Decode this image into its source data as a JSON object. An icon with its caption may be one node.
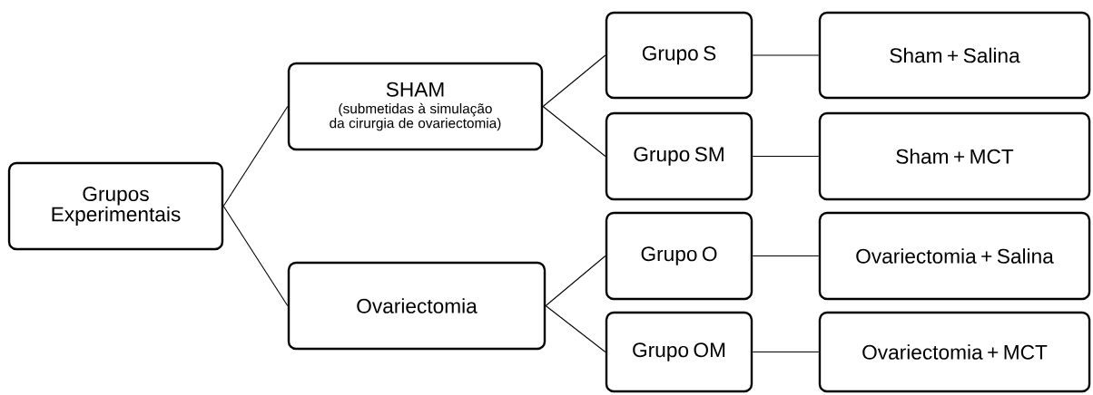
{
  "diagram": {
    "nodes": [
      {
        "text": [
          "Grupos Experimentais"
        ]
      },
      {
        "text": [
          "SHAM",
          "(submetidas à simulação da cirurgia de ovariectomia)"
        ]
      },
      {
        "text": [
          "Ovariectomia"
        ]
      },
      {
        "text": [
          "Grupo S"
        ]
      },
      {
        "text": [
          "Grupo SM"
        ]
      },
      {
        "text": [
          "Grupo O"
        ]
      },
      {
        "text": [
          "Grupo OM"
        ]
      },
      {
        "text": [
          "Sham + Salina"
        ]
      },
      {
        "text": [
          "Sham + MCT"
        ]
      },
      {
        "text": [
          "Ovariectomia + Salina"
        ]
      },
      {
        "text": [
          "Ovariectomia + MCT"
        ]
      }
    ],
    "edges": [
      {
        "from": 0,
        "to": 1,
        "arrow": "none"
      },
      {
        "from": 0,
        "to": 2,
        "arrow": "none"
      },
      {
        "from": 1,
        "to": 3,
        "arrow": "none"
      },
      {
        "from": 1,
        "to": 4,
        "arrow": "none"
      },
      {
        "from": 2,
        "to": 5,
        "arrow": "none"
      },
      {
        "from": 2,
        "to": 6,
        "arrow": "none"
      },
      {
        "from": 3,
        "to": 7,
        "arrow": "none"
      },
      {
        "from": 4,
        "to": 8,
        "arrow": "none"
      },
      {
        "from": 5,
        "to": 9,
        "arrow": "none"
      },
      {
        "from": 6,
        "to": 10,
        "arrow": "none"
      }
    ]
  }
}
